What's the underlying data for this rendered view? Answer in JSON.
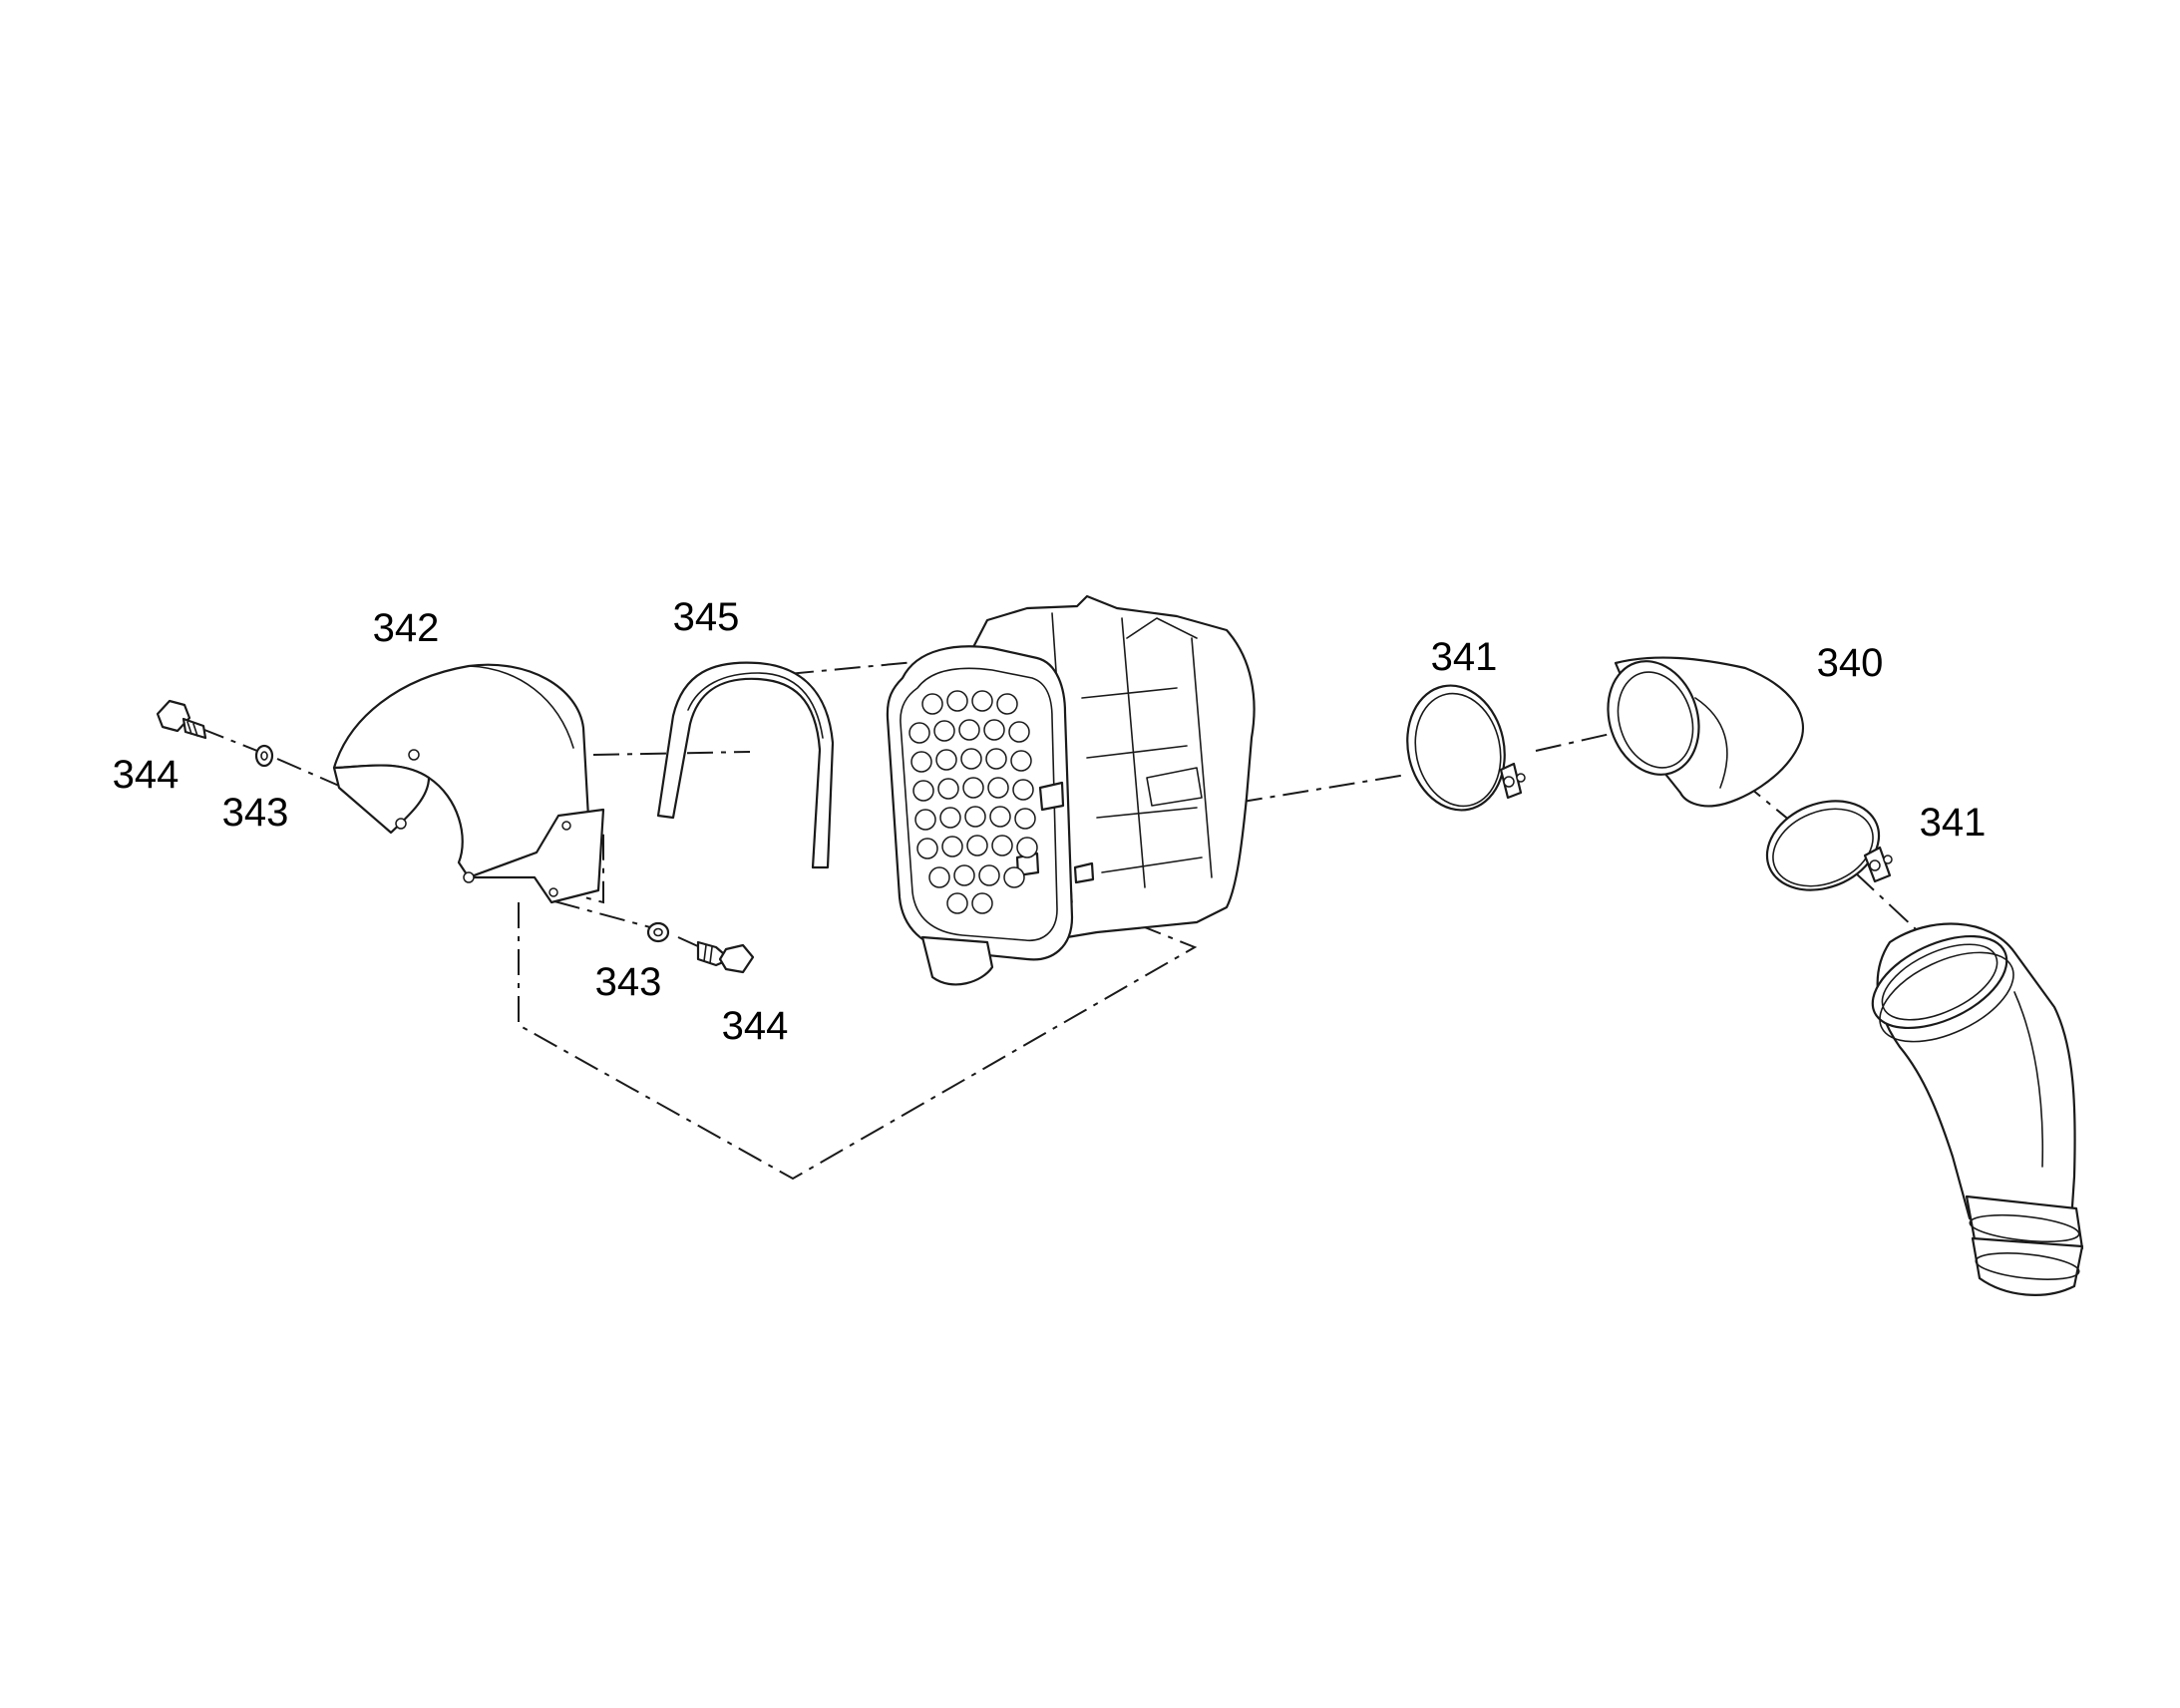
{
  "callouts": {
    "clamp_left": "341",
    "elbow": "340",
    "clamp_right": "341",
    "heat_shield": "342",
    "washer_left": "343",
    "washer_right": "343",
    "bolt_left": "344",
    "bolt_right": "344",
    "gasket": "345"
  }
}
